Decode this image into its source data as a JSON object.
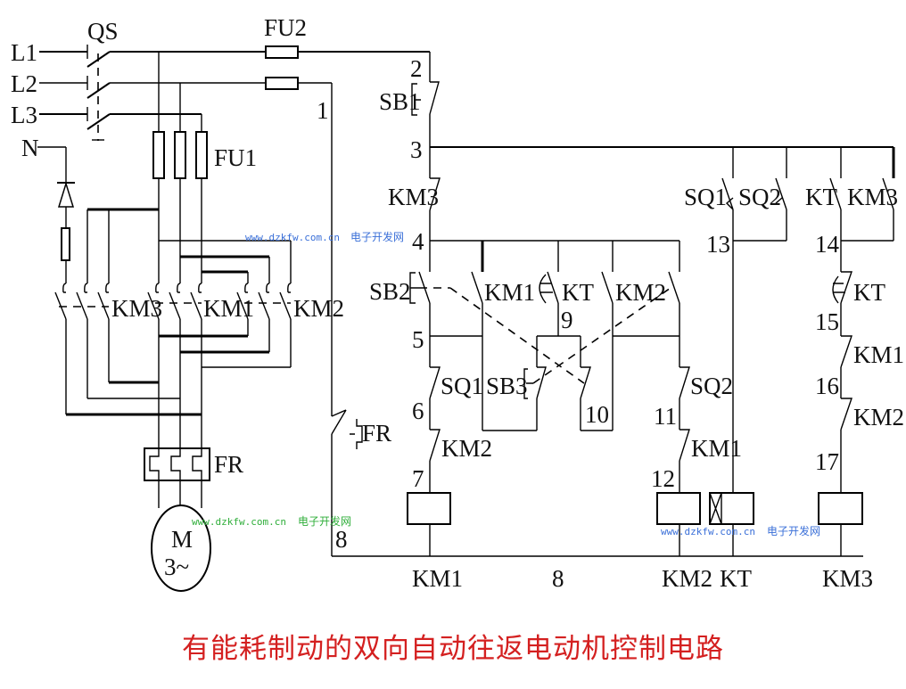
{
  "title": "有能耗制动的双向自动往返电动机控制电路",
  "colors": {
    "title": "#d42020",
    "watermark_blue": "#3a6fd8",
    "watermark_green": "#2fae3a",
    "wire": "#000000"
  },
  "watermarks": [
    {
      "url": "www.dzkfw.com.cn",
      "name": "电子开发网",
      "color": "blue"
    },
    {
      "url": "www.dzkfw.com.cn",
      "name": "电子开发网",
      "color": "green"
    },
    {
      "url": "www.dzkfw.com.cn",
      "name": "电子开发网",
      "color": "blue"
    }
  ],
  "power": {
    "lines": [
      "L1",
      "L2",
      "L3",
      "N"
    ],
    "switch": "QS",
    "fuse_main": "FU1",
    "fuse_ctrl": "FU2",
    "contactors": [
      "KM3",
      "KM1",
      "KM2"
    ],
    "overload": "FR",
    "motor": {
      "letter": "M",
      "phase": "3~"
    }
  },
  "control": {
    "nodes": [
      "1",
      "2",
      "3",
      "4",
      "5",
      "6",
      "7",
      "8",
      "9",
      "10",
      "11",
      "12",
      "13",
      "14",
      "15",
      "16",
      "17",
      "8"
    ],
    "labels": {
      "sb1": "SB1",
      "km3_nc": "KM3",
      "sb2": "SB2",
      "km1_no": "KM1",
      "kt_timer": "KT",
      "km2_no": "KM2",
      "sq1": "SQ1",
      "sb3": "SB3",
      "km2_nc": "KM2",
      "sq2": "SQ2",
      "km1_nc": "KM1",
      "fr": "FR",
      "sq1_r": "SQ1",
      "sq2_r": "SQ2",
      "kt_r": "KT",
      "km3_r": "KM3",
      "kt_r2": "KT",
      "km1_r": "KM1",
      "km2_r": "KM2"
    },
    "coils": [
      "KM1",
      "8",
      "KM2",
      "KT",
      "KM3"
    ]
  }
}
